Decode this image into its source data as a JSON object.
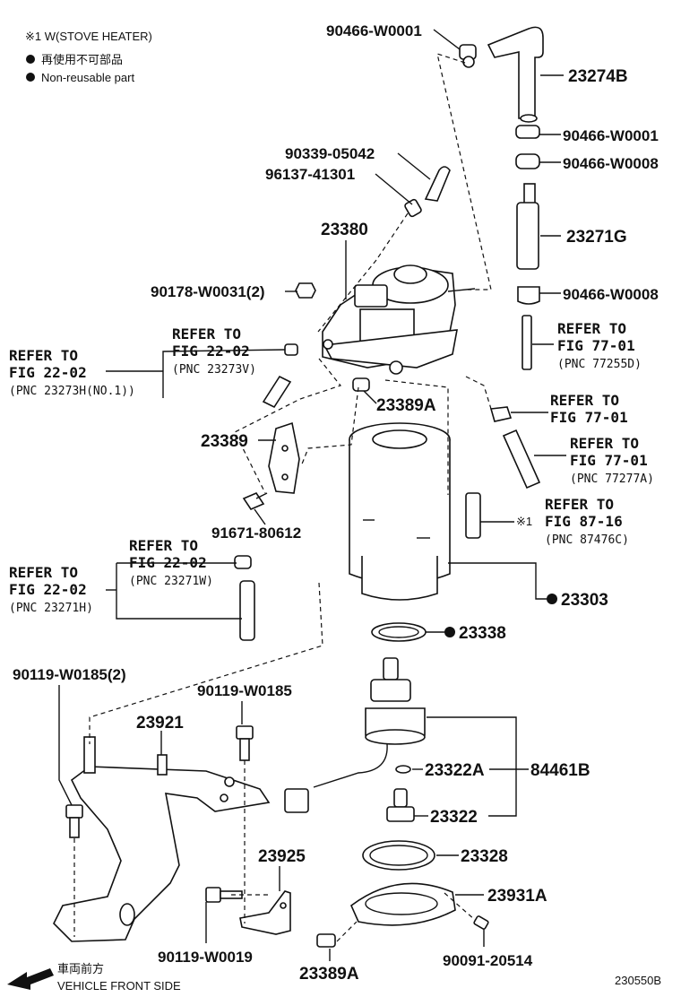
{
  "notes": {
    "stove_heater": "※1 W(STOVE HEATER)",
    "non_reusable_jp": "再使用不可部品",
    "non_reusable_en": "Non-reusable part",
    "vehicle_front_jp": "車両前方",
    "vehicle_front_en": "VEHICLE FRONT SIDE",
    "figure_id": "230550B"
  },
  "parts": {
    "p90466_w0001_top": "90466-W0001",
    "p23274b": "23274B",
    "p90466_w0001": "90466-W0001",
    "p90466_w0008_a": "90466-W0008",
    "p90339": "90339-05042",
    "p96137": "96137-41301",
    "p23380": "23380",
    "p23271g": "23271G",
    "p90178": "90178-W0031(2)",
    "p90466_w0008_b": "90466-W0008",
    "p23389a_top": "23389A",
    "p23389": "23389",
    "p91671": "91671-80612",
    "p23303": "23303",
    "p23338": "23338",
    "p90119_w0185_2": "90119-W0185(2)",
    "p90119_w0185": "90119-W0185",
    "p23921": "23921",
    "p23322a": "23322A",
    "p84461b": "84461B",
    "p23322": "23322",
    "p23925": "23925",
    "p23328": "23328",
    "p23931a": "23931A",
    "p90119_w0019": "90119-W0019",
    "p90091": "90091-20514",
    "p23389a_bottom": "23389A"
  },
  "refs": [
    {
      "line1": "REFER TO",
      "line2": "FIG 22-02",
      "pnc": "(PNC 23273H(NO.1))"
    },
    {
      "line1": "REFER TO",
      "line2": "FIG 22-02",
      "pnc": "(PNC 23273V)"
    },
    {
      "line1": "REFER TO",
      "line2": "FIG 77-01",
      "pnc": "(PNC 77255D)"
    },
    {
      "line1": "REFER TO",
      "line2": "FIG 77-01",
      "pnc": ""
    },
    {
      "line1": "REFER TO",
      "line2": "FIG 77-01",
      "pnc": "(PNC 77277A)"
    },
    {
      "line1": "REFER TO",
      "line2": "FIG 87-16",
      "pnc": "(PNC 87476C)",
      "mark": "※1"
    },
    {
      "line1": "REFER TO",
      "line2": "FIG 22-02",
      "pnc": "(PNC 23271W)"
    },
    {
      "line1": "REFER TO",
      "line2": "FIG 22-02",
      "pnc": "(PNC 23271H)"
    }
  ]
}
